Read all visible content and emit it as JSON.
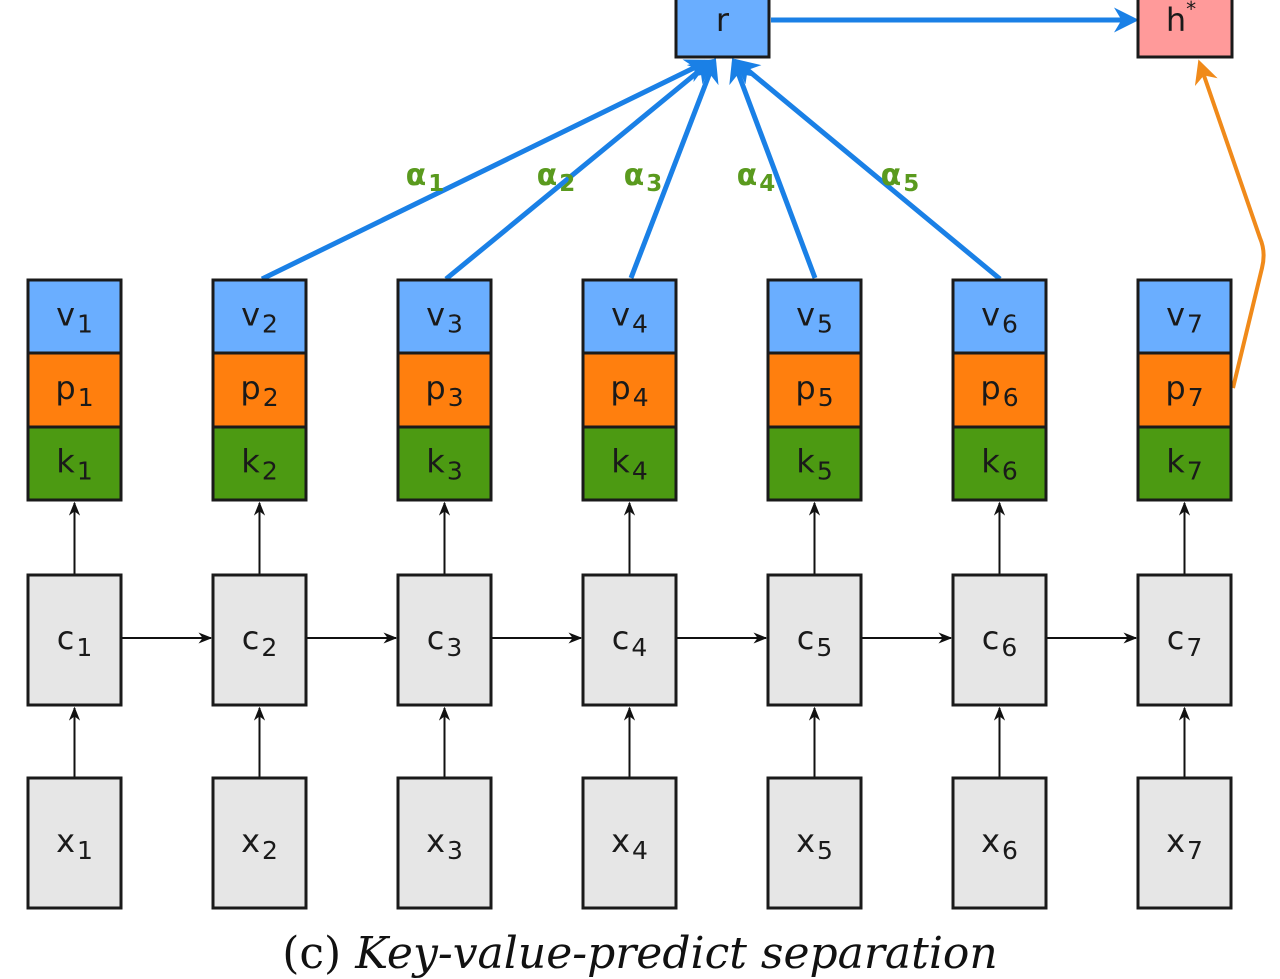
{
  "colors": {
    "value_fill": "#6aaeff",
    "predict_fill": "#ff7f0e",
    "key_fill": "#4c9a12",
    "hidden_fill": "#e6e6e6",
    "r_fill": "#6aaeff",
    "hstar_fill": "#ff9a9a",
    "attention_arrow": "#1a80e6",
    "predict_arrow": "#f08a1a",
    "alpha_text": "#5a9a1e",
    "stroke": "#1a1a1a"
  },
  "nodes": {
    "r": "r",
    "hstar": {
      "base": "h",
      "sup": "*"
    }
  },
  "columns": [
    {
      "v": [
        "v",
        "1"
      ],
      "p": [
        "p",
        "1"
      ],
      "k": [
        "k",
        "1"
      ],
      "c": [
        "c",
        "1"
      ],
      "x": [
        "x",
        "1"
      ],
      "attends": false
    },
    {
      "v": [
        "v",
        "2"
      ],
      "p": [
        "p",
        "2"
      ],
      "k": [
        "k",
        "2"
      ],
      "c": [
        "c",
        "2"
      ],
      "x": [
        "x",
        "2"
      ],
      "attends": true,
      "alpha": [
        "α",
        "1"
      ]
    },
    {
      "v": [
        "v",
        "3"
      ],
      "p": [
        "p",
        "3"
      ],
      "k": [
        "k",
        "3"
      ],
      "c": [
        "c",
        "3"
      ],
      "x": [
        "x",
        "3"
      ],
      "attends": true,
      "alpha": [
        "α",
        "2"
      ]
    },
    {
      "v": [
        "v",
        "4"
      ],
      "p": [
        "p",
        "4"
      ],
      "k": [
        "k",
        "4"
      ],
      "c": [
        "c",
        "4"
      ],
      "x": [
        "x",
        "4"
      ],
      "attends": true,
      "alpha": [
        "α",
        "3"
      ]
    },
    {
      "v": [
        "v",
        "5"
      ],
      "p": [
        "p",
        "5"
      ],
      "k": [
        "k",
        "5"
      ],
      "c": [
        "c",
        "5"
      ],
      "x": [
        "x",
        "5"
      ],
      "attends": true,
      "alpha": [
        "α",
        "4"
      ]
    },
    {
      "v": [
        "v",
        "6"
      ],
      "p": [
        "p",
        "6"
      ],
      "k": [
        "k",
        "6"
      ],
      "c": [
        "c",
        "6"
      ],
      "x": [
        "x",
        "6"
      ],
      "attends": true,
      "alpha": [
        "α",
        "5"
      ]
    },
    {
      "v": [
        "v",
        "7"
      ],
      "p": [
        "p",
        "7"
      ],
      "k": [
        "k",
        "7"
      ],
      "c": [
        "c",
        "7"
      ],
      "x": [
        "x",
        "7"
      ],
      "attends": false,
      "predicts": true
    }
  ],
  "caption": {
    "label": "(c)",
    "text": "Key-value-predict separation"
  }
}
